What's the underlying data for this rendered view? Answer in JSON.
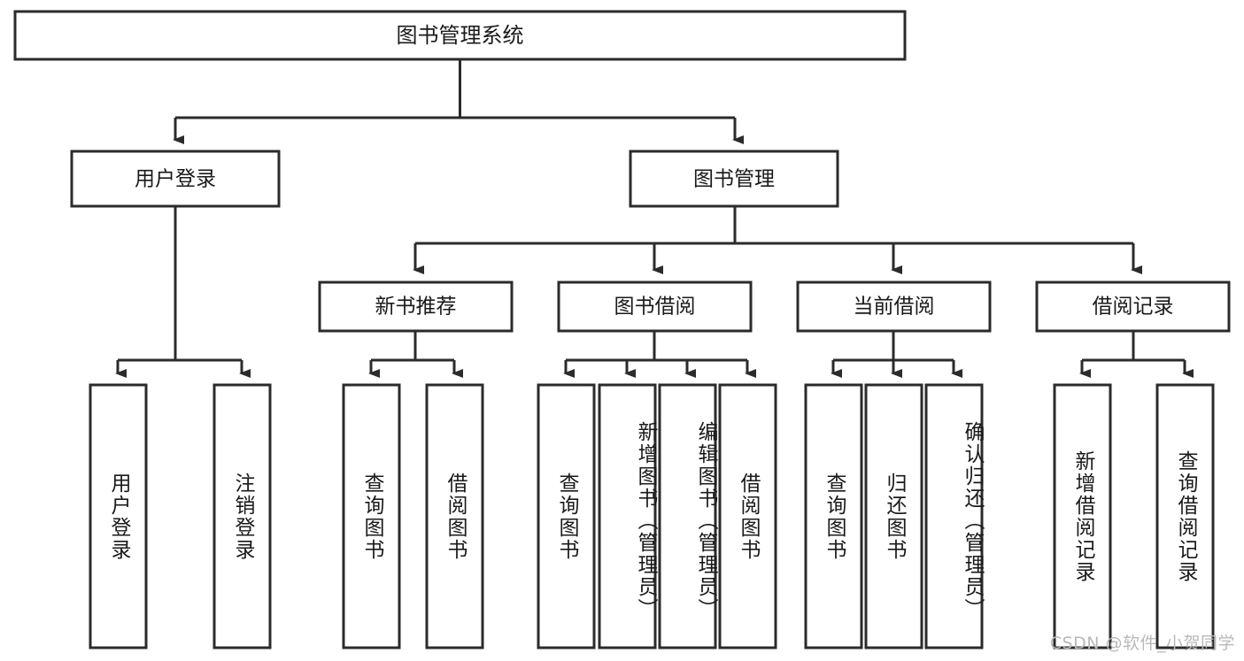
{
  "diagram": {
    "title": "图书管理系统",
    "type": "hierarchy-tree",
    "levels": 4,
    "root": {
      "id": "root",
      "label": "图书管理系统",
      "orientation": "horizontal"
    },
    "level2": [
      {
        "id": "user-login",
        "label": "用户登录",
        "orientation": "horizontal"
      },
      {
        "id": "book-management",
        "label": "图书管理",
        "orientation": "horizontal"
      }
    ],
    "level3": [
      {
        "id": "new-book-recommend",
        "label": "新书推荐",
        "orientation": "horizontal",
        "parent": "book-management"
      },
      {
        "id": "book-borrow",
        "label": "图书借阅",
        "orientation": "horizontal",
        "parent": "book-management"
      },
      {
        "id": "current-borrow",
        "label": "当前借阅",
        "orientation": "horizontal",
        "parent": "book-management"
      },
      {
        "id": "borrow-record",
        "label": "借阅记录",
        "orientation": "horizontal",
        "parent": "book-management"
      }
    ],
    "leaves": [
      {
        "id": "leaf-user-login",
        "label": "用户登录",
        "parent": "user-login",
        "orientation": "vertical"
      },
      {
        "id": "leaf-logout-login",
        "label": "注销登录",
        "parent": "user-login",
        "orientation": "vertical"
      },
      {
        "id": "leaf-query-book-1",
        "label": "查询图书",
        "parent": "new-book-recommend",
        "orientation": "vertical"
      },
      {
        "id": "leaf-borrow-book-1",
        "label": "借阅图书",
        "parent": "new-book-recommend",
        "orientation": "vertical"
      },
      {
        "id": "leaf-query-book-2",
        "label": "查询图书",
        "parent": "book-borrow",
        "orientation": "vertical"
      },
      {
        "id": "leaf-add-book",
        "label": "新增图书（管理员）",
        "parent": "book-borrow",
        "orientation": "vertical"
      },
      {
        "id": "leaf-edit-book",
        "label": "编辑图书（管理员）",
        "parent": "book-borrow",
        "orientation": "vertical"
      },
      {
        "id": "leaf-borrow-book-2",
        "label": "借阅图书",
        "parent": "book-borrow",
        "orientation": "vertical"
      },
      {
        "id": "leaf-query-book-3",
        "label": "查询图书",
        "parent": "current-borrow",
        "orientation": "vertical"
      },
      {
        "id": "leaf-return-book",
        "label": "归还图书",
        "parent": "current-borrow",
        "orientation": "vertical"
      },
      {
        "id": "leaf-confirm-return",
        "label": "确认归还（管理员）",
        "parent": "current-borrow",
        "orientation": "vertical"
      },
      {
        "id": "leaf-add-record",
        "label": "新增借阅记录",
        "parent": "borrow-record",
        "orientation": "vertical"
      },
      {
        "id": "leaf-query-record",
        "label": "查询借阅记录",
        "parent": "borrow-record",
        "orientation": "vertical"
      }
    ],
    "watermark": "CSDN @软件_小贺同学",
    "colors": {
      "box_stroke": "#2b2b2b",
      "box_fill": "#ffffff",
      "text": "#1a1a1a",
      "connector": "#2b2b2b",
      "watermark": "#b9b9b9",
      "background": "#ffffff"
    }
  }
}
